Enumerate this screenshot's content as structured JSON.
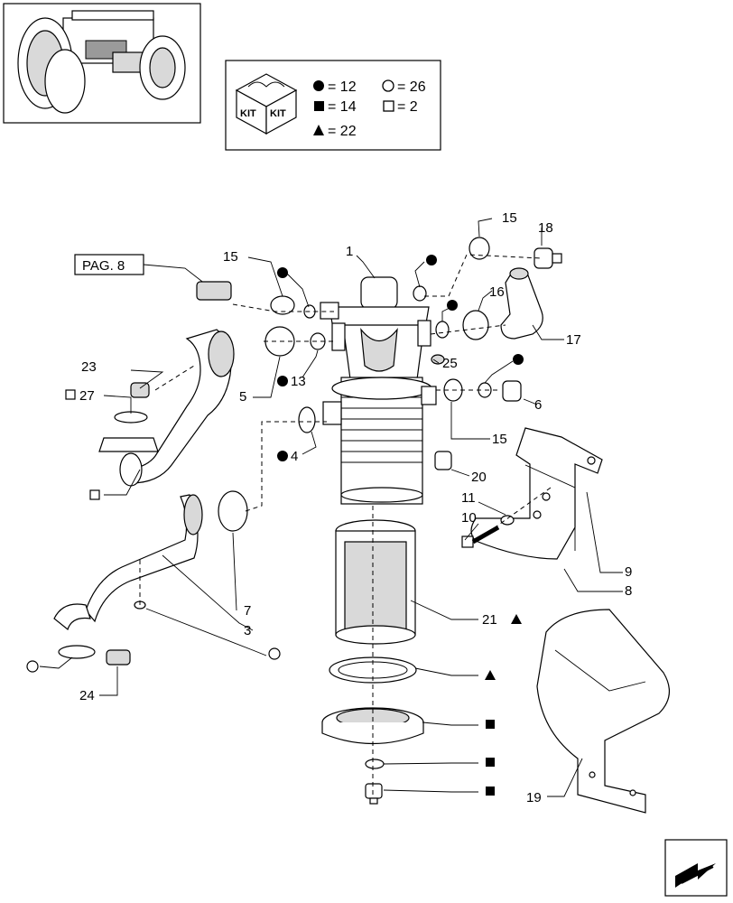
{
  "legend": {
    "kit_label_left": "KIT",
    "kit_label_right": "KIT",
    "entries": [
      {
        "symbol": "filled-circle",
        "value": "= 12"
      },
      {
        "symbol": "open-circle",
        "value": "= 26"
      },
      {
        "symbol": "filled-square",
        "value": "= 14"
      },
      {
        "symbol": "open-square",
        "value": "= 2"
      },
      {
        "symbol": "filled-triangle",
        "value": "= 22"
      }
    ]
  },
  "page_reference": "PAG. 8",
  "callouts": {
    "c1": "1",
    "c3": "3",
    "c4": "4",
    "c5": "5",
    "c6": "6",
    "c7": "7",
    "c8": "8",
    "c9": "9",
    "c10": "10",
    "c11": "11",
    "c13": "13",
    "c15a": "15",
    "c15b": "15",
    "c15c": "15",
    "c16": "16",
    "c17": "17",
    "c18": "18",
    "c19": "19",
    "c20": "20",
    "c21": "21",
    "c23": "23",
    "c24": "24",
    "c25": "25",
    "c27": "27"
  },
  "icons": {
    "thumbnail": "tractor-thumbnail-icon",
    "kit_box": "kit-box-icon",
    "next_page": "next-page-arrow-icon"
  }
}
